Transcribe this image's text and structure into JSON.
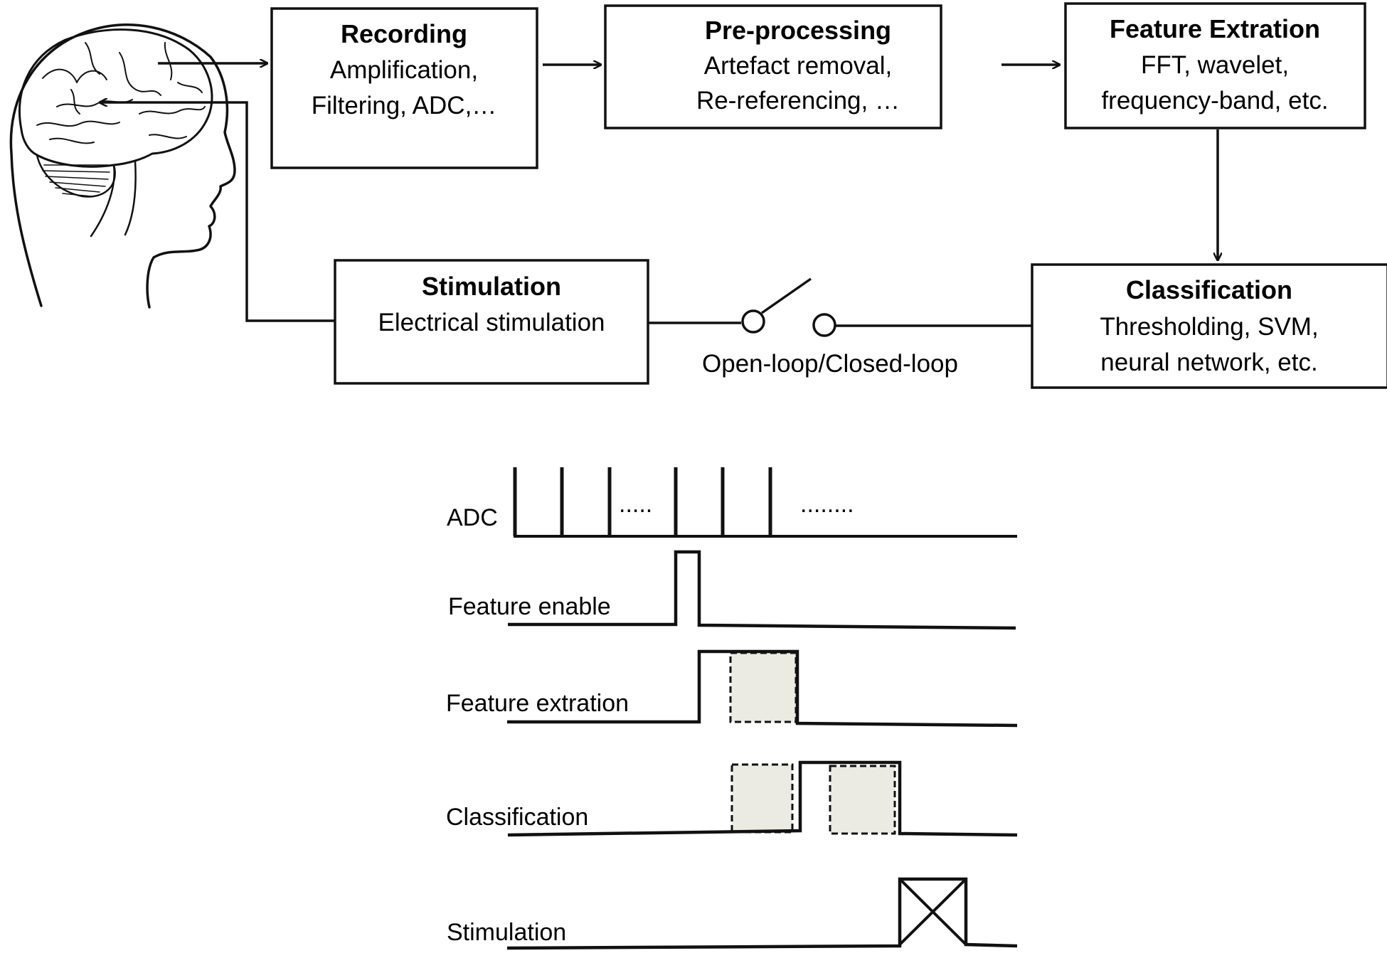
{
  "pipeline": {
    "recording": {
      "title": "Recording",
      "lines": [
        "Amplification,",
        "Filtering, ADC,…"
      ]
    },
    "preprocessing": {
      "title": "Pre-processing",
      "lines": [
        "Artefact removal,",
        "Re-referencing,  …"
      ]
    },
    "feature": {
      "title": "Feature  Extration",
      "lines": [
        "FFT, wavelet,",
        "frequency-band, etc."
      ]
    },
    "classification": {
      "title": "Classification",
      "lines": [
        "Thresholding, SVM,",
        "neural network, etc."
      ]
    },
    "stimulation": {
      "title": "Stimulation",
      "lines": [
        "Electrical stimulation"
      ]
    },
    "switch_label": "Open-loop/Closed-loop"
  },
  "timing": {
    "adc": {
      "label": "ADC",
      "dots1": ".....",
      "dots2": "........"
    },
    "feature_enable": {
      "label": "Feature enable"
    },
    "feature_extraction": {
      "label": "Feature extration"
    },
    "classification": {
      "label": "Classification"
    },
    "stimulation": {
      "label": "Stimulation"
    }
  }
}
